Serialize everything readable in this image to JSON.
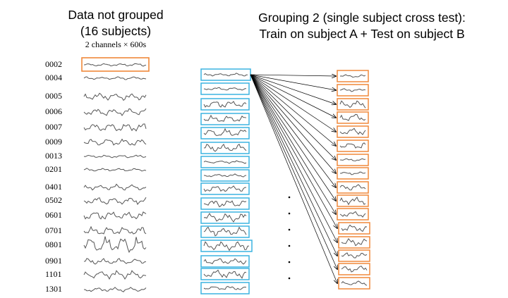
{
  "left_panel": {
    "title_line1": "Data not grouped",
    "title_line2": "(16 subjects)",
    "subtitle": "2 channels × 600s",
    "subject_ids": [
      "0002",
      "0004",
      "0005",
      "0006",
      "0007",
      "0009",
      "0013",
      "0201",
      "0401",
      "0502",
      "0601",
      "0701",
      "0801",
      "0901",
      "1101",
      "1301"
    ]
  },
  "right_panel": {
    "title_line1": "Grouping 2 (single subject cross test):",
    "title_line2": "Train on subject A + Test on subject B"
  },
  "colors": {
    "train_box": "#3bb3e0",
    "test_box": "#f0883a",
    "highlight_box": "#f0883a",
    "waveform": "#555555",
    "arrow": "#000000"
  }
}
